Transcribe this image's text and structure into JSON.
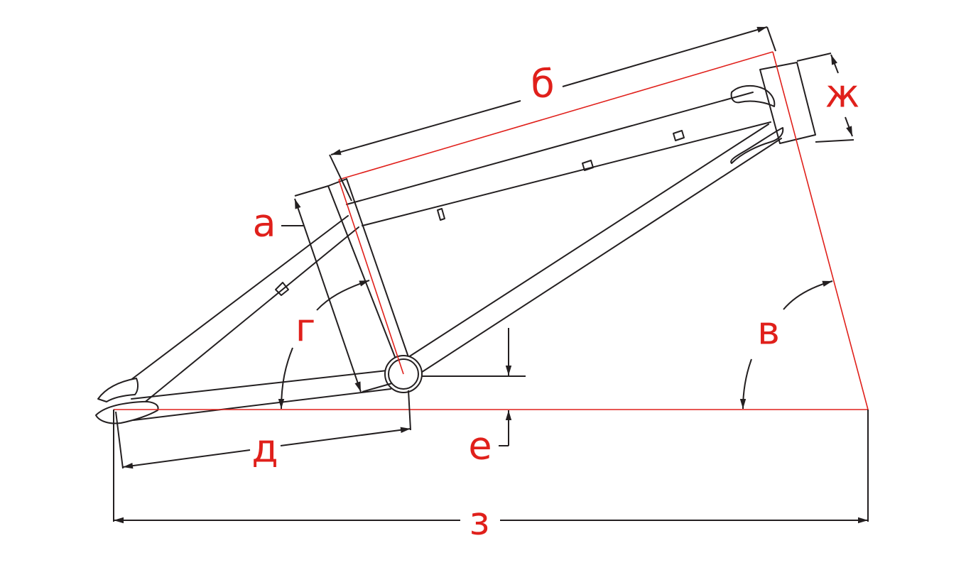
{
  "colors": {
    "line": "#231f20",
    "accent": "#e0201b"
  },
  "labels": {
    "a": "а",
    "b": "б",
    "v": "в",
    "g": "г",
    "d": "д",
    "e": "е",
    "zh": "ж",
    "z": "з"
  }
}
